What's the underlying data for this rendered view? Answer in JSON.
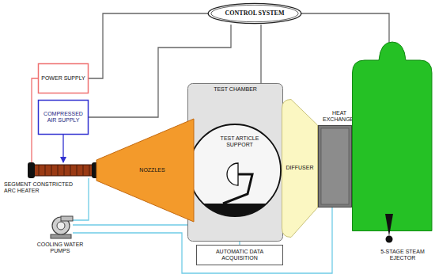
{
  "diagram": {
    "nodes": [
      {
        "text": [
          "CONTROL SYSTEM"
        ]
      },
      {
        "text": [
          "POWER SUPPLY"
        ]
      },
      {
        "text": [
          "COMPRESSED AIR SUPPLY"
        ]
      },
      {
        "text": [
          "SEGMENT CONSTRICTED ARC HEATER"
        ]
      },
      {
        "text": [
          "COOLING WATER PUMPS"
        ]
      },
      {
        "text": [
          "NOZZLES"
        ]
      },
      {
        "text": [
          "TEST CHAMBER"
        ]
      },
      {
        "text": [
          "DIFFUSER"
        ]
      },
      {
        "text": [
          "HEAT EXCHANGER"
        ]
      },
      {
        "text": [
          "5-STAGE STEAM EJECTOR"
        ]
      },
      {
        "text": [
          "AUTOMATIC DATA ACQUISITION"
        ]
      }
    ],
    "edges": [
      {
        "from": 0,
        "to": 1,
        "arrow": "none"
      },
      {
        "from": 0,
        "to": 2,
        "arrow": "none"
      },
      {
        "from": 0,
        "to": 6,
        "arrow": "none"
      },
      {
        "from": 0,
        "to": 9,
        "arrow": "none"
      },
      {
        "from": 1,
        "to": 3,
        "arrow": "none"
      },
      {
        "from": 2,
        "to": 3,
        "arrow": "to"
      },
      {
        "from": 4,
        "to": 3,
        "arrow": "none"
      },
      {
        "from": 4,
        "to": 6,
        "arrow": "none"
      },
      {
        "from": 4,
        "to": 8,
        "arrow": "none"
      },
      {
        "from": 10,
        "to": 6,
        "arrow": "none"
      }
    ],
    "labels": [
      "TEST ARTICLE SUPPORT"
    ]
  }
}
